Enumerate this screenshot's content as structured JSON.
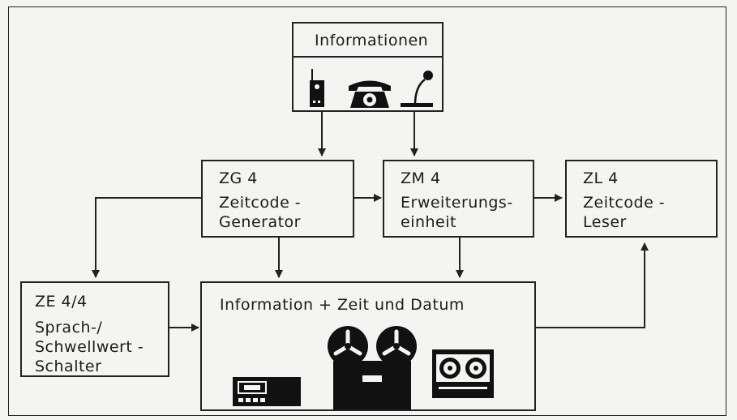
{
  "informationen": {
    "title": "Informationen"
  },
  "zg4": {
    "code": "ZG 4",
    "line1": "Zeitcode -",
    "line2": "Generator"
  },
  "zm4": {
    "code": "ZM 4",
    "line1": "Erweiterungs-",
    "line2": "einheit"
  },
  "zl4": {
    "code": "ZL 4",
    "line1": "Zeitcode -",
    "line2": "Leser"
  },
  "ze44": {
    "code": "ZE 4/4",
    "line1": "Sprach-/",
    "line2": "Schwellwert -",
    "line3": "Schalter"
  },
  "recorder": {
    "title": "Information + Zeit und Datum"
  },
  "icons": [
    "walkie-talkie-icon",
    "telephone-icon",
    "microphone-icon",
    "cassette-recorder-icon",
    "reel-to-reel-recorder-icon",
    "tape-deck-icon"
  ]
}
